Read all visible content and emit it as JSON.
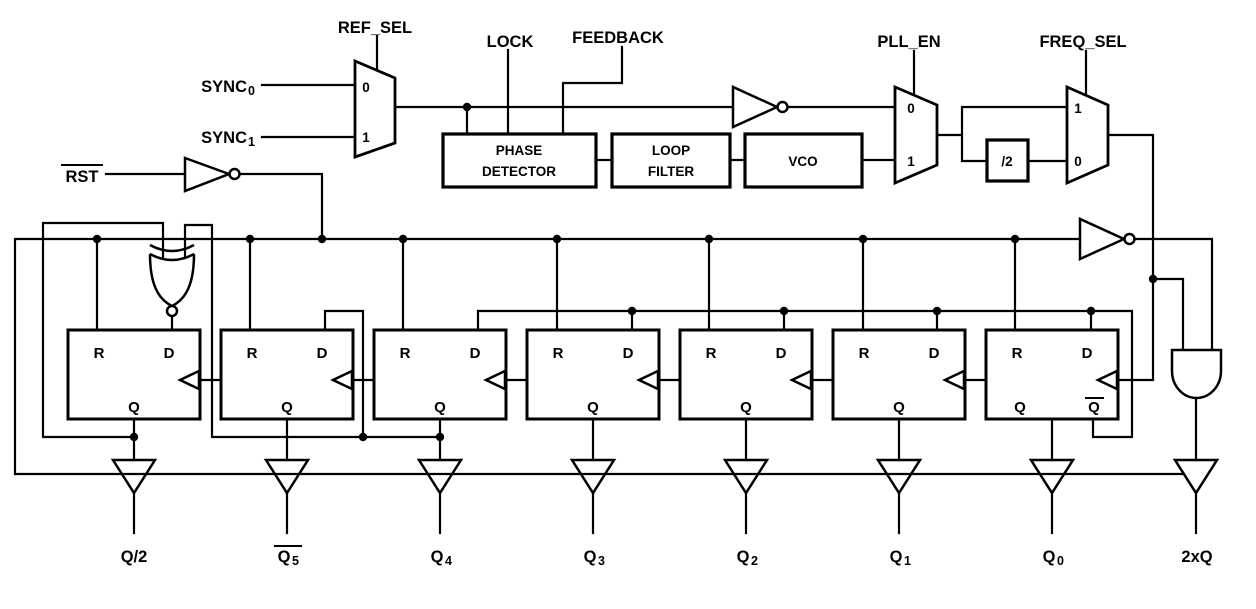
{
  "colors": {
    "background": "#ffffff",
    "ink": "#000000"
  },
  "labels": {
    "ref_sel": "REF_SEL",
    "pll_en": "PLL_EN",
    "freq_sel": "FREQ_SEL",
    "lock": "LOCK",
    "feedback": "FEEDBACK",
    "sync0_base": "SYNC",
    "sync0_sub": "0",
    "sync1_base": "SYNC",
    "sync1_sub": "1",
    "rst": "RST",
    "phase_detector_1": "PHASE",
    "phase_detector_2": "DETECTOR",
    "loop_filter_1": "LOOP",
    "loop_filter_2": "FILTER",
    "vco": "VCO",
    "div2": "/2",
    "port0": "0",
    "port1": "1"
  },
  "ff": {
    "r": "R",
    "d": "D",
    "q": "Q",
    "qbar": "Q"
  },
  "outputs": [
    {
      "label": "Q/2",
      "sub": ""
    },
    {
      "label": "Q",
      "sub": "5",
      "overline": true
    },
    {
      "label": "Q",
      "sub": "4"
    },
    {
      "label": "Q",
      "sub": "3"
    },
    {
      "label": "Q",
      "sub": "2"
    },
    {
      "label": "Q",
      "sub": "1"
    },
    {
      "label": "Q",
      "sub": "0"
    },
    {
      "label": "2xQ",
      "sub": ""
    }
  ]
}
